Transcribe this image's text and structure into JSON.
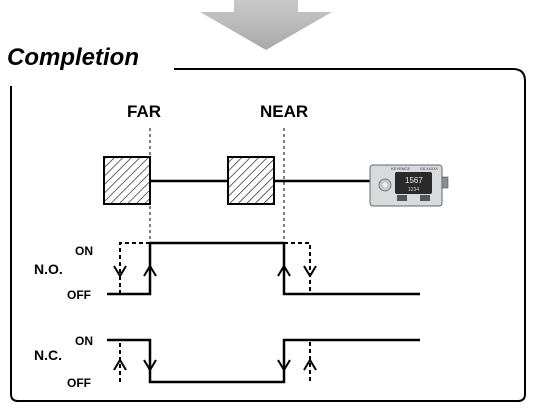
{
  "title": "Completion",
  "labels": {
    "far": "FAR",
    "near": "NEAR",
    "no": "N.O.",
    "nc": "N.C.",
    "no_on": "ON",
    "no_off": "OFF",
    "nc_on": "ON",
    "nc_off": "OFF"
  },
  "device": {
    "brand": "KEYENCE",
    "model": "GS-XXXXX",
    "display_top": "1567",
    "display_bottom": "1234"
  },
  "colors": {
    "arrow": "#b8b8b8",
    "line": "#000000",
    "device_body": "#d8dade",
    "device_screen": "#2a2a2a"
  },
  "icons": [
    "down-arrow-icon",
    "hatched-target-icon",
    "sensor-device-icon"
  ]
}
